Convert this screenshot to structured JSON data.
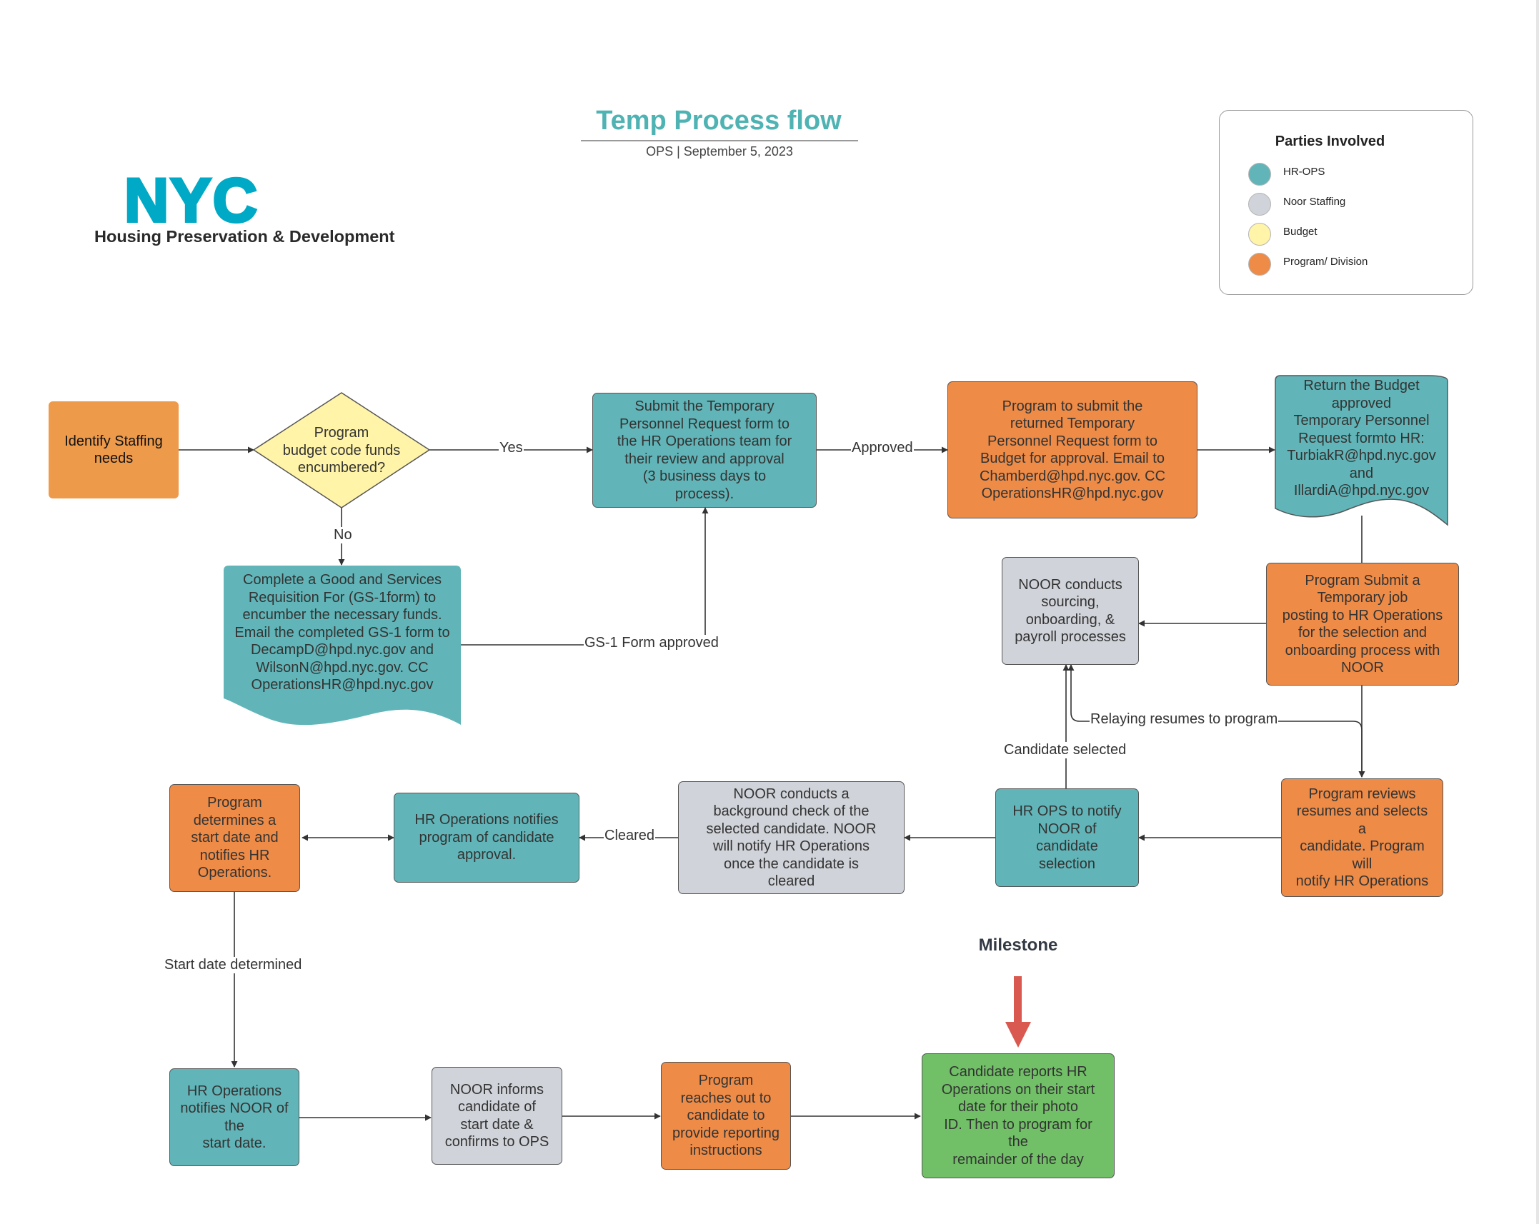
{
  "header": {
    "title": "Temp Process flow",
    "subtitle": "OPS  |  September 5, 2023"
  },
  "logo": {
    "mark": "NYC",
    "subtitle": "Housing Preservation & Development"
  },
  "legend": {
    "title": "Parties Involved",
    "items": [
      {
        "label": "HR-OPS",
        "color": "#61b5b8"
      },
      {
        "label": "Noor Staffing",
        "color": "#d0d3d9"
      },
      {
        "label": "Budget",
        "color": "#fff4a8"
      },
      {
        "label": "Program/ Division",
        "color": "#ee8b47"
      }
    ]
  },
  "colors": {
    "hr_ops": "#61b5b8",
    "noor_staffing": "#d0d3d9",
    "budget": "#fff4a8",
    "program": "#ee8b47",
    "milestone_box": "#71c067",
    "milestone_arrow": "#d9584f",
    "title": "#4fb3b3",
    "logo": "#00a9c5"
  },
  "nodes": {
    "identify": "Identify Staffing\nneeds",
    "decision": "Program\nbudget code funds\nencumbered?",
    "gs1": "Complete a Good and Services\nRequisition For (GS-1form) to\nencumber the necessary funds.\nEmail the completed GS-1 form to\nDecampD@hpd.nyc.gov and\nWilsonN@hpd.nyc.gov. CC\nOperationsHR@hpd.nyc.gov",
    "submit_request": "Submit the Temporary\nPersonnel Request form to\nthe HR Operations team for\ntheir review and approval\n(3 business days to\nprocess).",
    "program_submit_budget": "Program to submit the\nreturned Temporary\nPersonnel Request form to\nBudget for approval. Email to\nChamberd@hpd.nyc.gov. CC\nOperationsHR@hpd.nyc.gov",
    "return_budget": "Return the Budget\napproved\nTemporary Personnel\nRequest formto HR:\nTurbiakR@hpd.nyc.gov\nand\nIllardiA@hpd.nyc.gov",
    "noor_sourcing": "NOOR conducts\nsourcing,\nonboarding, &\npayroll processes",
    "program_posting": "Program Submit a\nTemporary job\nposting to HR Operations\nfor the selection and\nonboarding process with\nNOOR",
    "program_reviews": "Program reviews\nresumes and selects\na\ncandidate. Program\nwill\nnotify HR Operations",
    "hr_notify_noor": "HR OPS to notify\nNOOR of\ncandidate\nselection",
    "noor_background": "NOOR conducts a\nbackground check of the\nselected candidate. NOOR\nwill notify HR Operations\nonce the candidate is\ncleared",
    "hr_notifies_program": "HR Operations notifies\nprogram of candidate\napproval.",
    "program_start_date": "Program\ndetermines a\nstart date and\nnotifies HR\nOperations.",
    "hr_notifies_noor_start": "HR Operations\nnotifies NOOR of\nthe\nstart date.",
    "noor_informs": "NOOR informs\ncandidate of\nstart date &\nconfirms to OPS",
    "program_reaches": "Program\nreaches out to\ncandidate to\nprovide reporting\ninstructions",
    "candidate_reports": "Candidate reports HR\nOperations on their start\ndate for their photo\nID. Then to program for\nthe\nremainder of the day"
  },
  "edge_labels": {
    "yes": "Yes",
    "no": "No",
    "approved": "Approved",
    "gs1_approved": "GS-1 Form approved",
    "relaying": "Relaying resumes to program",
    "candidate_selected": "Candidate selected",
    "cleared": "Cleared",
    "start_date_determined": "Start date determined"
  },
  "milestone": "Milestone"
}
